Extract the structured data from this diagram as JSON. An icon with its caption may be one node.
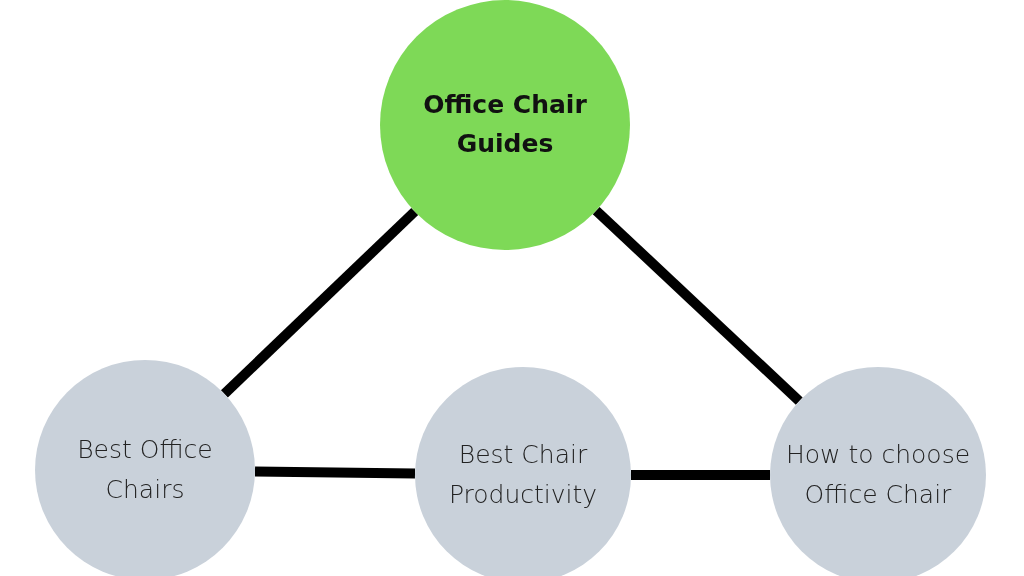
{
  "diagram": {
    "nodes": [
      {
        "text": [
          "Office Chair Guides"
        ]
      },
      {
        "text": [
          "Best Office Chairs"
        ]
      },
      {
        "text": [
          "Best Chair Productivity"
        ]
      },
      {
        "text": [
          "How to choose Office Chair"
        ]
      }
    ],
    "edges": [
      {
        "from": 0,
        "to": 1,
        "arrow": "none"
      },
      {
        "from": 0,
        "to": 3,
        "arrow": "none"
      },
      {
        "from": 1,
        "to": 2,
        "arrow": "none"
      },
      {
        "from": 2,
        "to": 3,
        "arrow": "none"
      }
    ]
  }
}
